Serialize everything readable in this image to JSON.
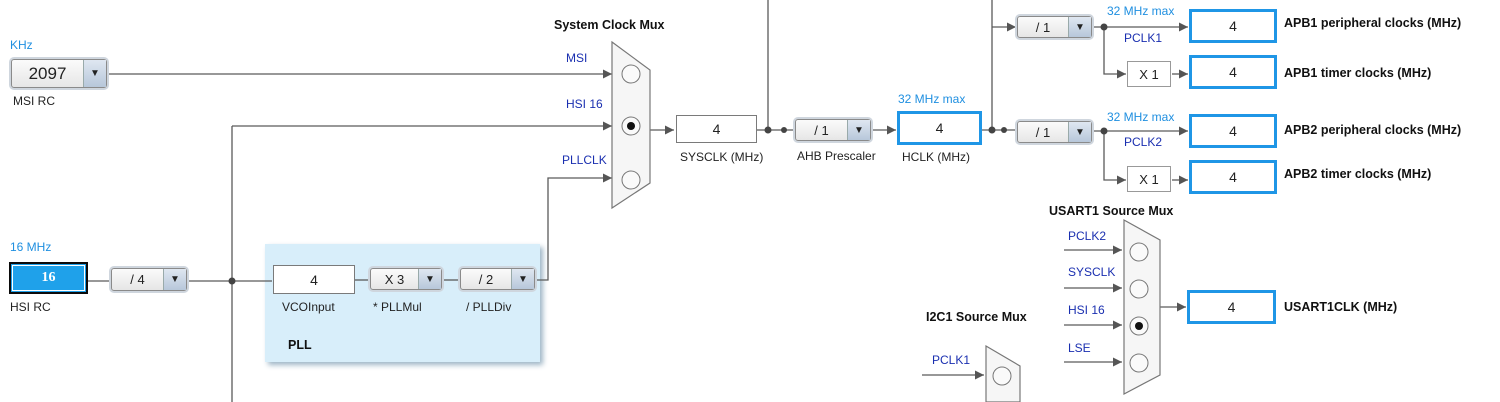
{
  "msi_rc": {
    "unit_label": "KHz",
    "value": "2097",
    "name": "MSI RC"
  },
  "hsi_rc": {
    "unit_label": "16 MHz",
    "value": "16",
    "name": "HSI RC"
  },
  "hsi_div": {
    "value": "/ 4"
  },
  "pll": {
    "vco_input": "4",
    "vco_input_label": "VCOInput",
    "mul_value": "X 3",
    "mul_label": "* PLLMul",
    "div_value": "/ 2",
    "div_label": "/ PLLDiv",
    "title": "PLL"
  },
  "system_clock_mux": {
    "title": "System Clock Mux",
    "inputs": [
      "MSI",
      "HSI 16",
      "PLLCLK"
    ],
    "selected": "HSI 16"
  },
  "sysclk": {
    "value": "4",
    "label": "SYSCLK (MHz)"
  },
  "ahb": {
    "value": "/ 1",
    "label": "AHB Prescaler"
  },
  "hclk": {
    "max": "32 MHz max",
    "value": "4",
    "label": "HCLK (MHz)"
  },
  "apb1": {
    "prescaler": "/ 1",
    "max": "32 MHz max",
    "clk_label": "PCLK1",
    "peripheral_value": "4",
    "peripheral_label": "APB1 peripheral clocks (MHz)",
    "timer_mult": "X 1",
    "timer_value": "4",
    "timer_label": "APB1 timer clocks (MHz)"
  },
  "apb2": {
    "prescaler": "/ 1",
    "max": "32 MHz max",
    "clk_label": "PCLK2",
    "peripheral_value": "4",
    "peripheral_label": "APB2 peripheral clocks (MHz)",
    "timer_mult": "X 1",
    "timer_value": "4",
    "timer_label": "APB2 timer clocks (MHz)"
  },
  "usart1_mux": {
    "title": "USART1 Source Mux",
    "inputs": [
      "PCLK2",
      "SYSCLK",
      "HSI 16",
      "LSE"
    ],
    "selected": "HSI 16"
  },
  "usart1clk": {
    "value": "4",
    "label": "USART1CLK (MHz)"
  },
  "i2c1_mux": {
    "title": "I2C1 Source Mux",
    "inputs": [
      "PCLK1"
    ]
  },
  "colors": {
    "highlight_blue": "#1f96e6",
    "label_blue": "#1a2fb0",
    "hsi_fill": "#1fa1ea",
    "pll_panel": "#d8eefa"
  }
}
